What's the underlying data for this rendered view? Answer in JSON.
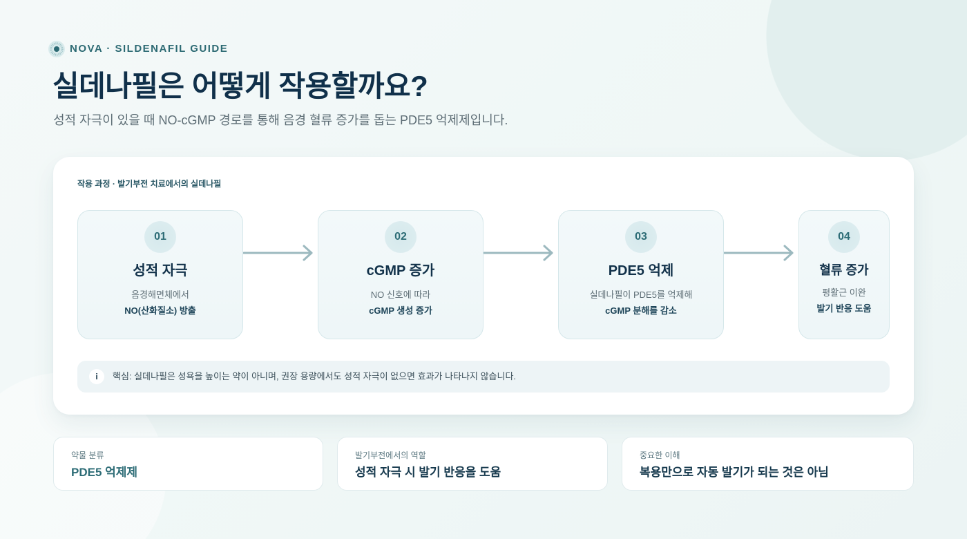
{
  "brand": {
    "name": "NOVA · SILDENAFIL GUIDE",
    "logo_icon": "nova-logo-icon"
  },
  "header": {
    "title": "실데나필은 어떻게 작용할까요?",
    "subtitle": "성적 자극이 있을 때 NO-cGMP 경로를 통해 음경 혈류 증가를 돕는 PDE5 억제제입니다."
  },
  "process": {
    "label": "작용 과정 · 발기부전 치료에서의 실데나필",
    "steps": [
      {
        "number": "01",
        "title": "성적 자극",
        "description": "음경해면체에서",
        "highlight": "NO(산화질소) 방출"
      },
      {
        "number": "02",
        "title": "cGMP 증가",
        "description": "NO 신호에 따라",
        "highlight": "cGMP 생성 증가"
      },
      {
        "number": "03",
        "title": "PDE5 억제",
        "description": "실데나필이 PDE5를 억제해",
        "highlight": "cGMP 분해를 감소"
      },
      {
        "number": "04",
        "title": "혈류 증가",
        "description": "평활근 이완",
        "highlight": "발기 반응 도움"
      }
    ],
    "connector_icon": "arrow-right-icon",
    "note": {
      "icon": "info-icon",
      "icon_label": "i",
      "text": "핵심: 실데나필은 성욕을 높이는 약이 아니며, 권장 용량에서도 성적 자극이 없으면 효과가 나타나지 않습니다."
    }
  },
  "facts": [
    {
      "label": "약물 분류",
      "value": "PDE5 억제제"
    },
    {
      "label": "발기부전에서의 역할",
      "value": "성적 자극 시 발기 반응을 도움"
    },
    {
      "label": "중요한 이해",
      "value": "복용만으로 자동 발기가 되는 것은 아님"
    }
  ],
  "colors": {
    "background": "#f1f8f7",
    "accent": "#2d6c76",
    "heading": "#10304a",
    "body_text": "#5d6d75",
    "connector": "#9cb9bf",
    "card": "#ffffff"
  }
}
